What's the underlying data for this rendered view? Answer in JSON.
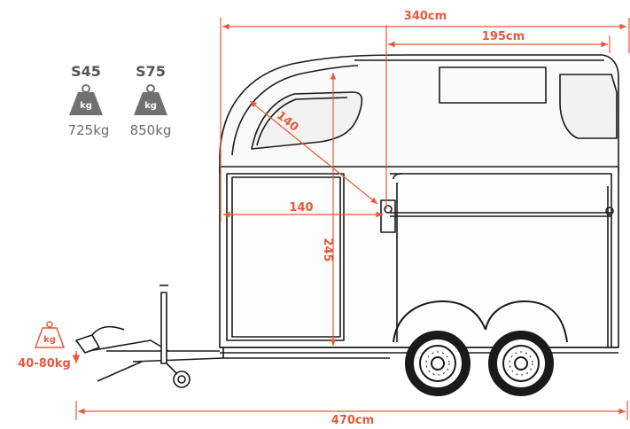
{
  "weights": {
    "s45": {
      "model": "S45",
      "icon": "kg",
      "weight": "725kg"
    },
    "s75": {
      "model": "S75",
      "icon": "kg",
      "weight": "850kg"
    },
    "tongue": {
      "icon": "kg",
      "range": "40-80kg"
    }
  },
  "dimensions": {
    "overall_length": "340cm",
    "interior_length": "195cm",
    "diagonal": "140",
    "width_mid": "140",
    "height": "245",
    "total_length": "470cm"
  },
  "colors": {
    "accent": "#e8593a",
    "line": "#1a1a1a",
    "weight_icon": "#707070"
  }
}
